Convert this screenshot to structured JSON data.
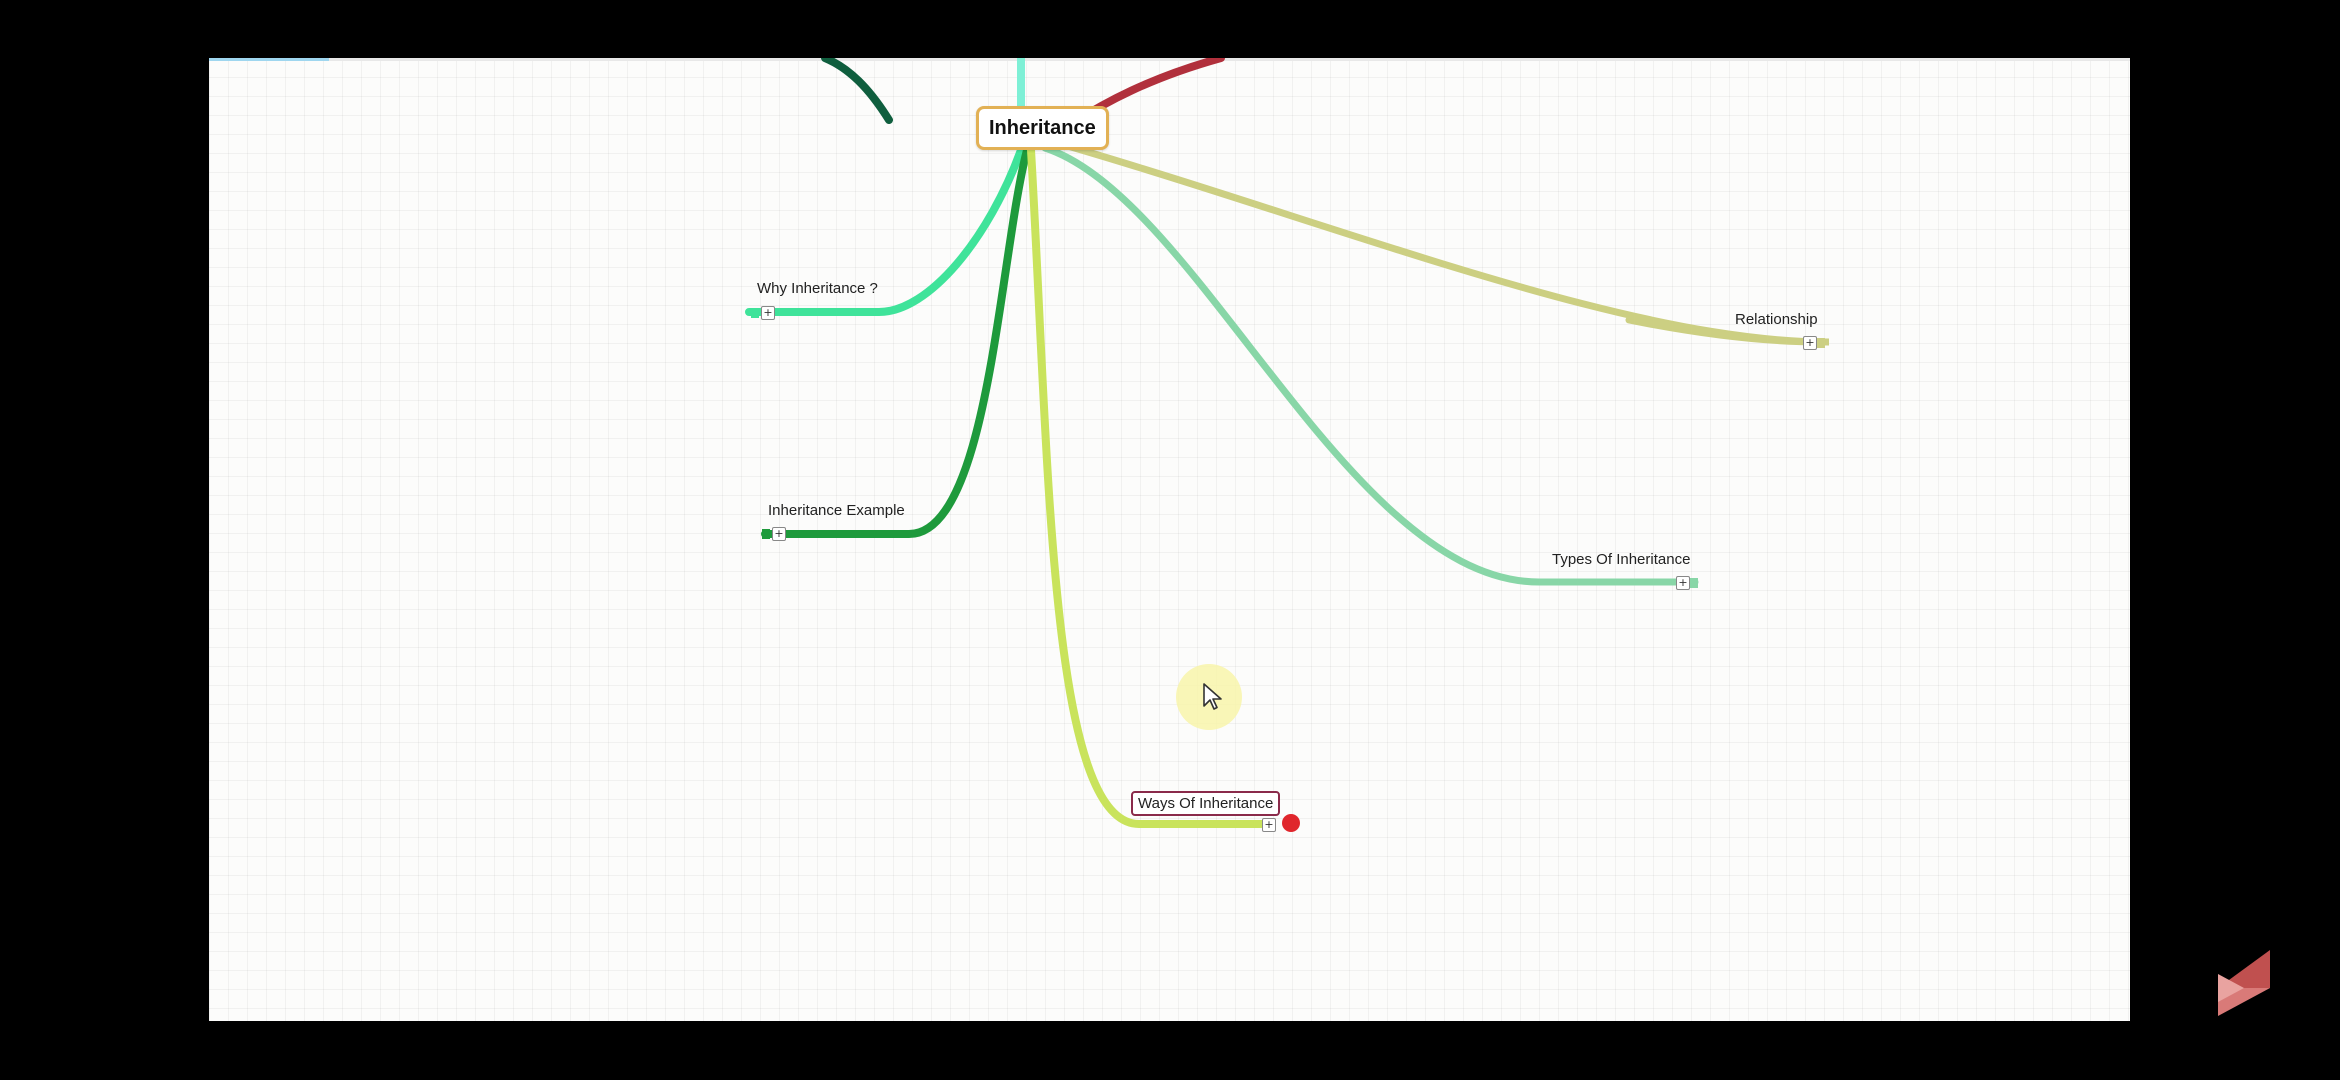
{
  "mindmap": {
    "central_topic": "Inheritance",
    "branches": {
      "why": "Why Inheritance ?",
      "example": "Inheritance Example",
      "ways": "Ways Of Inheritance",
      "types": "Types Of Inheritance",
      "relationship": "Relationship"
    },
    "expand_symbol": "+"
  },
  "colors": {
    "central_border": "#e2b155",
    "why": "#3fe39a",
    "example": "#1e9a3c",
    "ways": "#c9e35c",
    "types": "#88d6a7",
    "relationship": "#cccf82",
    "top_dark": "#0f5e3e",
    "top_cyan": "#7ef0d6",
    "top_red": "#b1303c",
    "selection_border": "#8a2a4a",
    "red_dot": "#e0262c"
  },
  "icons": {
    "cursor": "arrow-pointer-icon",
    "logo": "video-brand-logo-icon"
  }
}
